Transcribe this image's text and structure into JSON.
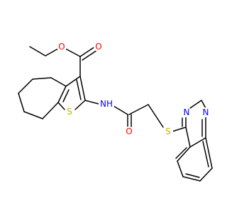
{
  "molecule": {
    "atoms": {
      "o_carbonyl_ester": {
        "text": "O",
        "color": "#ff0000"
      },
      "o_ether_ester": {
        "text": "O",
        "color": "#ff0000"
      },
      "n_amide": {
        "text": "NH",
        "color": "#0000ff"
      },
      "s_thiophene": {
        "text": "S",
        "color": "#b8b800"
      },
      "o_amide": {
        "text": "O",
        "color": "#ff0000"
      },
      "s_thioether": {
        "text": "S",
        "color": "#b8b800"
      },
      "n_quinazoline_3": {
        "text": "N",
        "color": "#0000ff"
      },
      "n_quinazoline_1": {
        "text": "N",
        "color": "#0000ff"
      }
    },
    "bond_color": "#000000"
  }
}
